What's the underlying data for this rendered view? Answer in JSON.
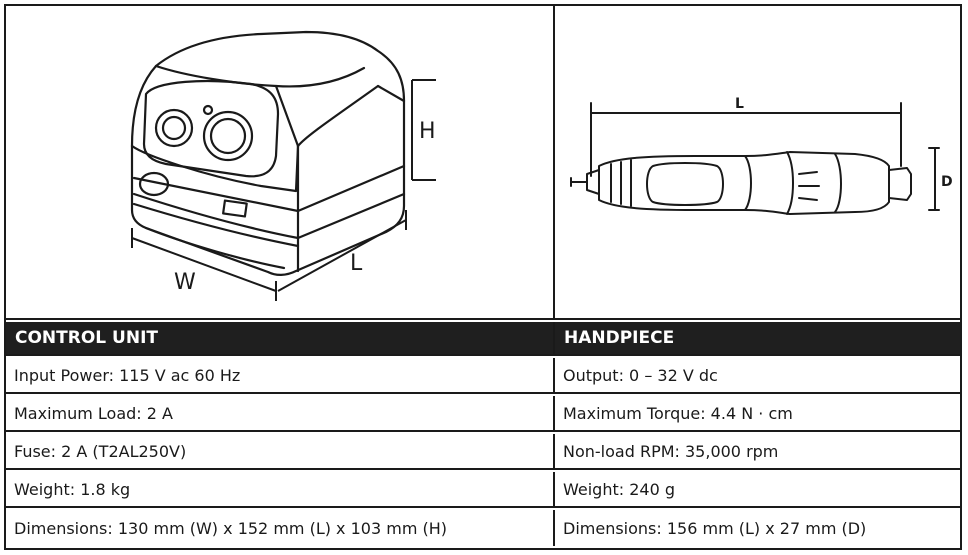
{
  "control_unit": {
    "heading": "CONTROL UNIT",
    "diagram_labels": {
      "width": "W",
      "length": "L",
      "height": "H"
    },
    "specs": [
      "Input Power: 115 V ac 60 Hz",
      "Maximum Load: 2 A",
      "Fuse: 2 A (T2AL250V)",
      "Weight: 1.8 kg",
      "Dimensions: 130 mm (W) x 152 mm (L) x 103 mm (H)"
    ]
  },
  "handpiece": {
    "heading": "HANDPIECE",
    "diagram_labels": {
      "length": "L",
      "diameter": "D"
    },
    "specs": [
      "Output: 0 – 32 V dc",
      "Maximum Torque: 4.4 N · cm",
      "Non-load RPM: 35,000 rpm",
      "Weight: 240 g",
      "Dimensions: 156 mm (L) x 27 mm (D)"
    ]
  }
}
